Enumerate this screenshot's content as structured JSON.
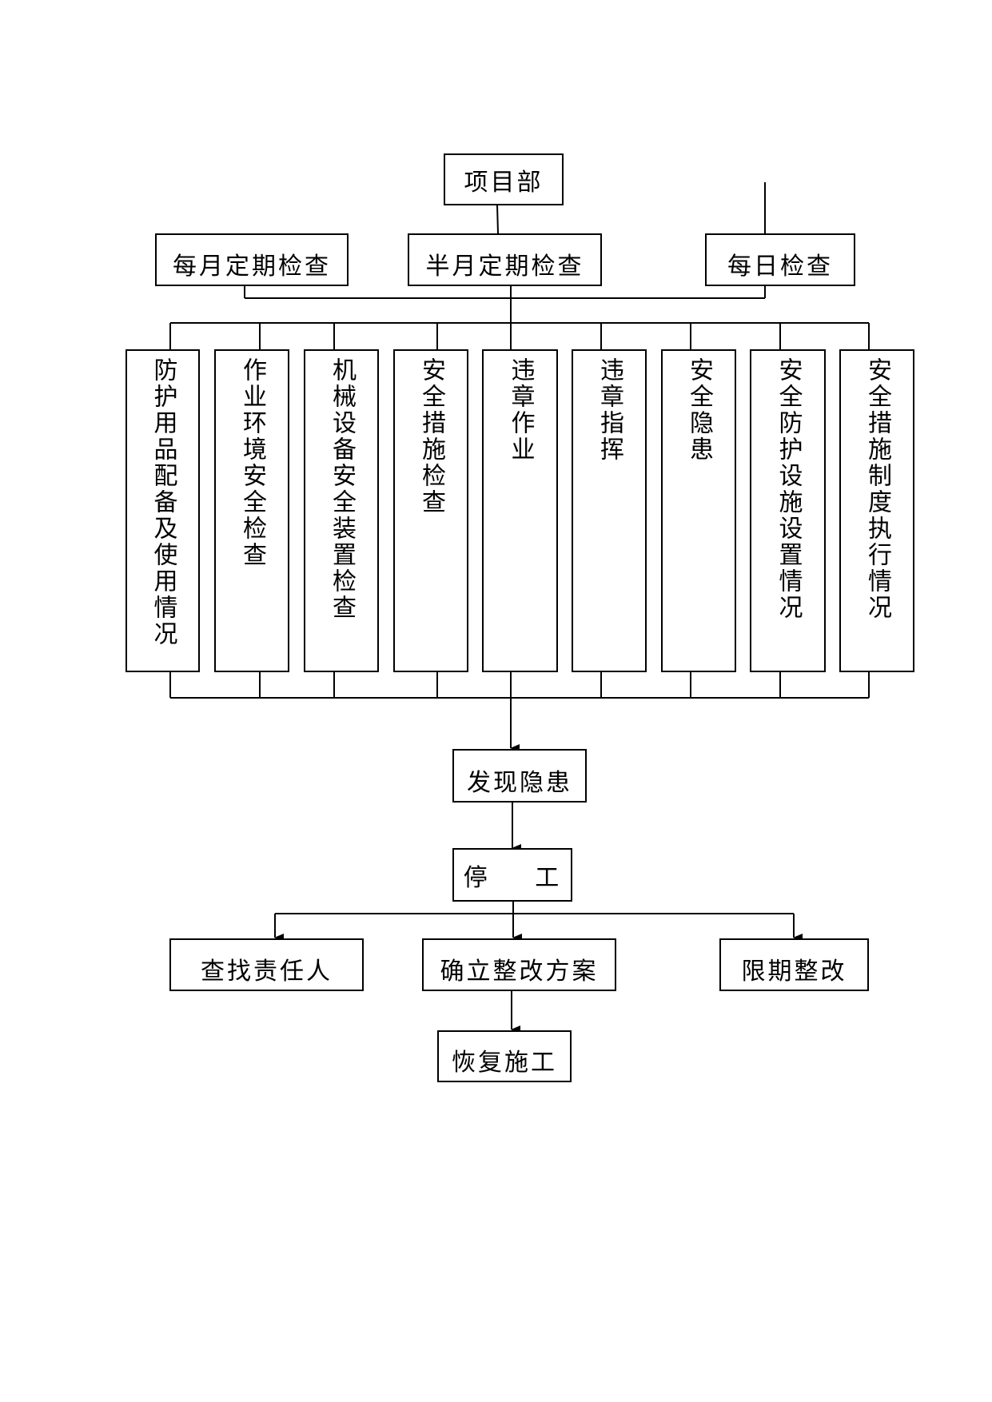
{
  "top_box": "项目部",
  "inspection_types": {
    "monthly": "每月定期检查",
    "half_monthly": "半月定期检查",
    "daily": "每日检查"
  },
  "check_items": [
    "防护用品配备及使用情况",
    "作业环境安全检查",
    "机械设备安全装置检查",
    "安全措施检查",
    "违章作业",
    "违章指挥",
    "安全隐患",
    "安全防护设施设置情况",
    "安全措施制度执行情况"
  ],
  "find_hazard": "发现隐患",
  "stop_work": "停 工",
  "actions": {
    "find_responsible": "查找责任人",
    "rectification_plan": "确立整改方案",
    "deadline_rectify": "限期整改"
  },
  "resume_work": "恢复施工"
}
